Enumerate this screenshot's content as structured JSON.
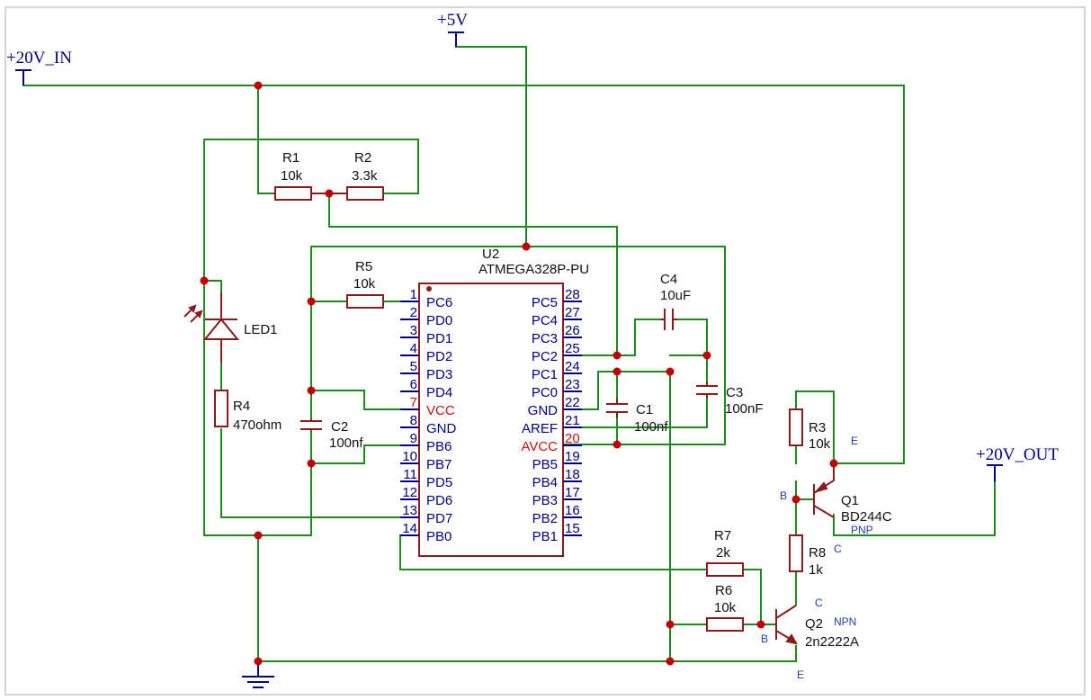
{
  "diagram": {
    "power": {
      "in": "+20V_IN",
      "vcc": "+5V",
      "out": "+20V_OUT"
    },
    "components": {
      "r1": {
        "ref": "R1",
        "value": "10k"
      },
      "r2": {
        "ref": "R2",
        "value": "3.3k"
      },
      "r3": {
        "ref": "R3",
        "value": "10k"
      },
      "r4": {
        "ref": "R4",
        "value": "470ohm"
      },
      "r5": {
        "ref": "R5",
        "value": "10k"
      },
      "r6": {
        "ref": "R6",
        "value": "10k"
      },
      "r7": {
        "ref": "R7",
        "value": "2k"
      },
      "r8": {
        "ref": "R8",
        "value": "1k"
      },
      "c1": {
        "ref": "C1",
        "value": "100nf"
      },
      "c2": {
        "ref": "C2",
        "value": "100nf"
      },
      "c3": {
        "ref": "C3",
        "value": "100nF"
      },
      "c4": {
        "ref": "C4",
        "value": "10uF"
      },
      "led1": {
        "ref": "LED1"
      },
      "q1": {
        "ref": "Q1",
        "value": "BD244C",
        "type": "PNP",
        "b": "B",
        "c": "C",
        "e": "E"
      },
      "q2": {
        "ref": "Q2",
        "value": "2n2222A",
        "type": "NPN",
        "b": "B",
        "c": "C",
        "e": "E"
      }
    },
    "u2": {
      "ref": "U2",
      "value": "ATMEGA328P-PU",
      "left_pins": [
        {
          "num": "1",
          "name": "PC6"
        },
        {
          "num": "2",
          "name": "PD0"
        },
        {
          "num": "3",
          "name": "PD1"
        },
        {
          "num": "4",
          "name": "PD2"
        },
        {
          "num": "5",
          "name": "PD3"
        },
        {
          "num": "6",
          "name": "PD4"
        },
        {
          "num": "7",
          "name": "VCC"
        },
        {
          "num": "8",
          "name": "GND"
        },
        {
          "num": "9",
          "name": "PB6"
        },
        {
          "num": "10",
          "name": "PB7"
        },
        {
          "num": "11",
          "name": "PD5"
        },
        {
          "num": "12",
          "name": "PD6"
        },
        {
          "num": "13",
          "name": "PD7"
        },
        {
          "num": "14",
          "name": "PB0"
        }
      ],
      "right_pins": [
        {
          "num": "28",
          "name": "PC5"
        },
        {
          "num": "27",
          "name": "PC4"
        },
        {
          "num": "26",
          "name": "PC3"
        },
        {
          "num": "25",
          "name": "PC2"
        },
        {
          "num": "24",
          "name": "PC1"
        },
        {
          "num": "23",
          "name": "PC0"
        },
        {
          "num": "22",
          "name": "GND"
        },
        {
          "num": "21",
          "name": "AREF"
        },
        {
          "num": "20",
          "name": "AVCC"
        },
        {
          "num": "19",
          "name": "PB5"
        },
        {
          "num": "18",
          "name": "PB4"
        },
        {
          "num": "17",
          "name": "PB3"
        },
        {
          "num": "16",
          "name": "PB2"
        },
        {
          "num": "15",
          "name": "PB1"
        }
      ]
    },
    "colors": {
      "wire": "#1e8a1e",
      "component": "#8b1a1a",
      "junction": "#c00000",
      "pin": "#000080",
      "power_pin_label": "#cc1111"
    }
  }
}
